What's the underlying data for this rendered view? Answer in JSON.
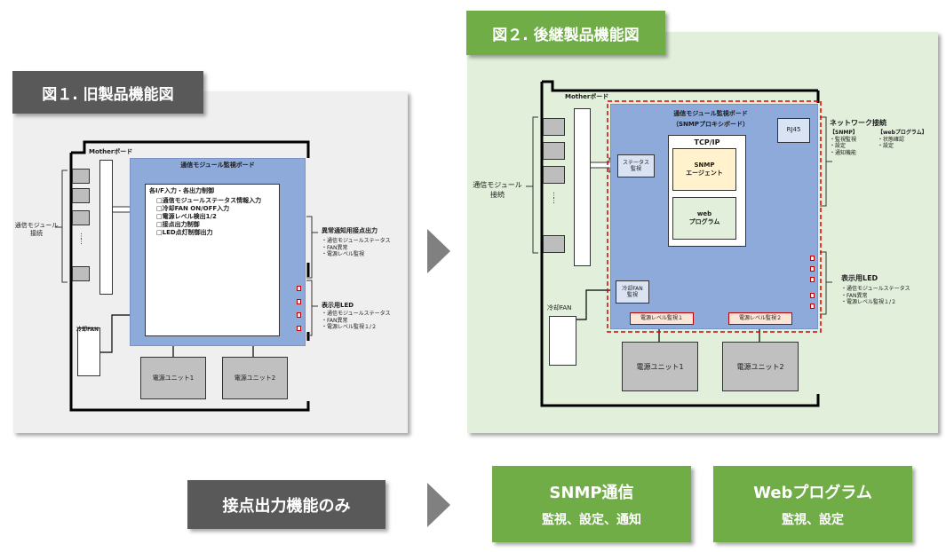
{
  "old": {
    "title": "図１. 旧製品機能図",
    "mother_board": "Motherボード",
    "monitor_board": "通信モジュール監視ボード",
    "comm_module": "通信モジュール\n接続",
    "cooling_fan": "冷却FAN",
    "psu1": "電源ユニット1",
    "psu2": "電源ユニット2",
    "io_heading": "各I/F入力・各出力制御",
    "io_items": [
      "□通信モジュールステータス情報入力",
      "□冷却FAN ON/OFF入力",
      "□電源レベル検出1/2",
      "□接点出力制御",
      "□LED点灯制御出力"
    ],
    "alarm_title": "異常通知用接点出力",
    "alarm_items": [
      "・通信モジュールステータス",
      "・FAN異常",
      "・電源レベル監視"
    ],
    "led_title": "表示用LED",
    "led_items": [
      "・通信モジュールステータス",
      "・FAN異常",
      "・電源レベル監視１/２"
    ],
    "dots": "……"
  },
  "new": {
    "title": "図２. 後継製品機能図",
    "mother_board": "Motherボード",
    "proxy_board_line1": "通信モジュール監視ボード",
    "proxy_board_line2": "（SNMPプロキシボード）",
    "comm_module": "通信モジュール\n接続",
    "status_monitor": "ステータス\n監視",
    "fan_monitor": "冷却FAN\n監視",
    "cooling_fan": "冷却FAN",
    "tcpip": "TCP/IP",
    "snmp_agent": "SNMP\nエージェント",
    "web_program": "web\nプログラム",
    "rj45": "RJ45",
    "power_level1": "電源レベル監視１",
    "power_level2": "電源レベル監視２",
    "psu1": "電源ユニット1",
    "psu2": "電源ユニット2",
    "network_title": "ネットワーク接続",
    "snmp_col_title": "【SNMP】",
    "snmp_col_items": [
      "・監視監視",
      "・設定",
      "・通知機能"
    ],
    "web_col_title": "【webプログラム】",
    "web_col_items": [
      "・状態確認",
      "・設定"
    ],
    "led_title": "表示用LED",
    "led_items": [
      "・通信モジュールステータス",
      "・FAN異常",
      "・電源レベル監視１/２"
    ],
    "dots": "……"
  },
  "bottom": {
    "old_label": "接点出力機能のみ",
    "snmp_title": "SNMP通信",
    "snmp_sub": "監視、設定、通知",
    "web_title": "Webプログラム",
    "web_sub": "監視、設定"
  },
  "colors": {
    "green": "#70ad47",
    "dark_gray": "#595959",
    "board_blue": "#8eaadb",
    "agent_yellow": "#fff2cc",
    "web_green": "#e2efda",
    "dash_red": "#e00000"
  }
}
